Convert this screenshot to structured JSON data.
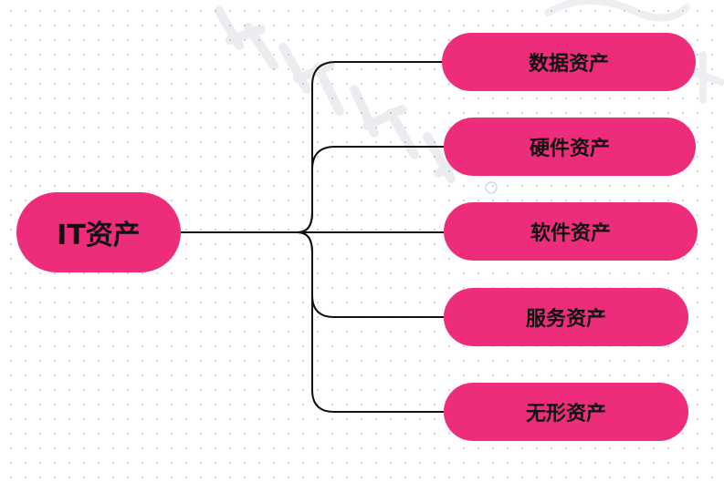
{
  "diagram": {
    "root": {
      "label": "IT资产"
    },
    "children": [
      {
        "label": "数据资产"
      },
      {
        "label": "硬件资产"
      },
      {
        "label": "软件资产"
      },
      {
        "label": "服务资产"
      },
      {
        "label": "无形资产"
      }
    ]
  },
  "colors": {
    "node_fill": "#ee2c7c",
    "connector": "#111111",
    "text": "#111111"
  }
}
